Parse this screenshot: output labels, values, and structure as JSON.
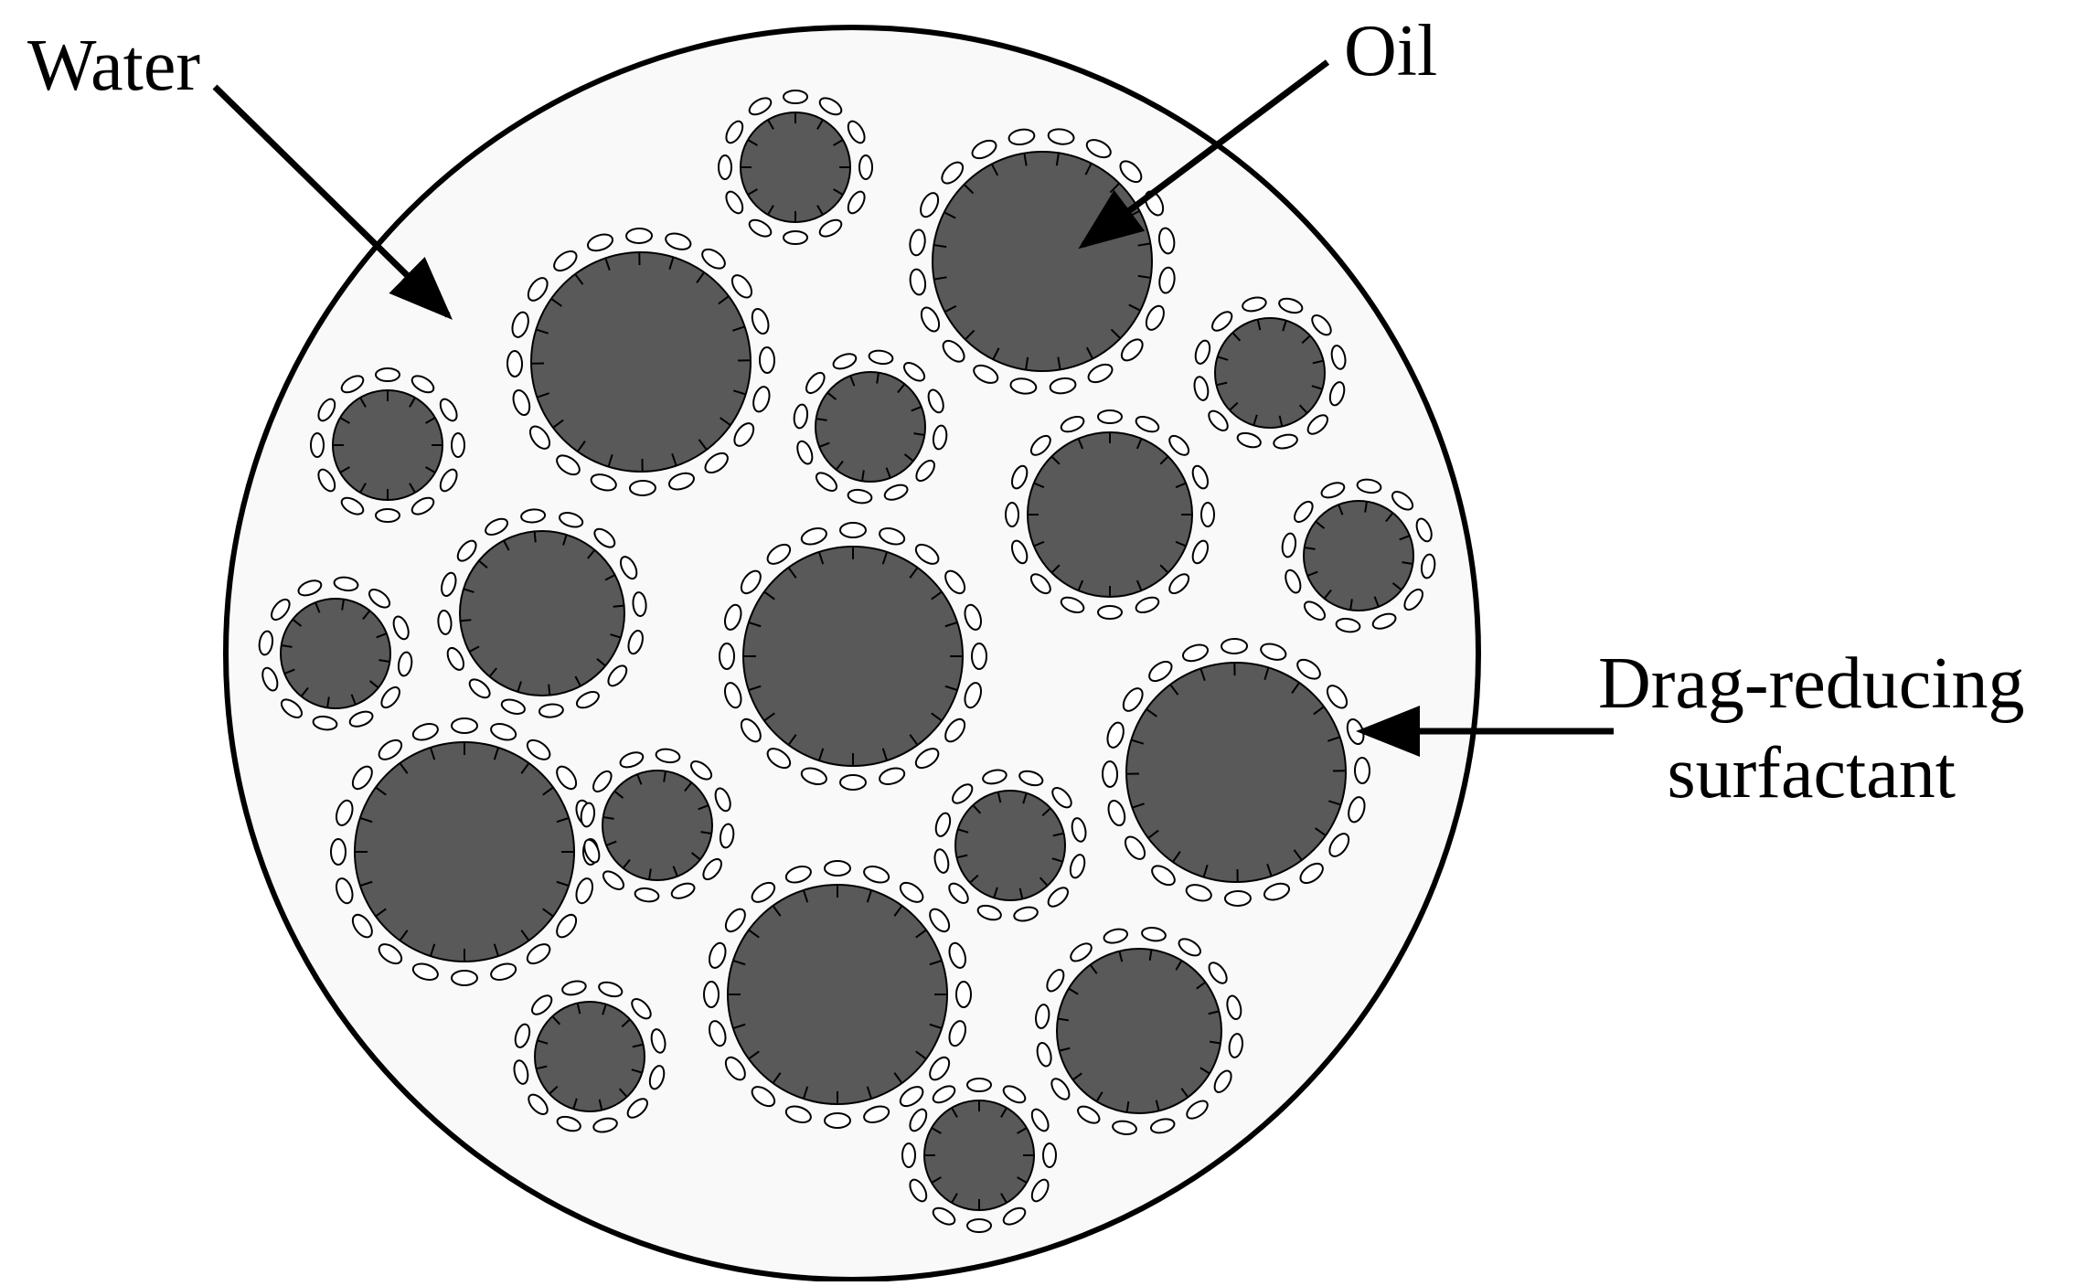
{
  "labels": {
    "water": "Water",
    "oil": "Oil",
    "surfactant_line1": "Drag-reducing",
    "surfactant_line2": "surfactant"
  },
  "colors": {
    "background": "#ffffff",
    "water_fill": "#f9f9f9",
    "oil_fill": "#595959",
    "outline": "#000000",
    "surfactant_head_fill": "#ffffff"
  }
}
